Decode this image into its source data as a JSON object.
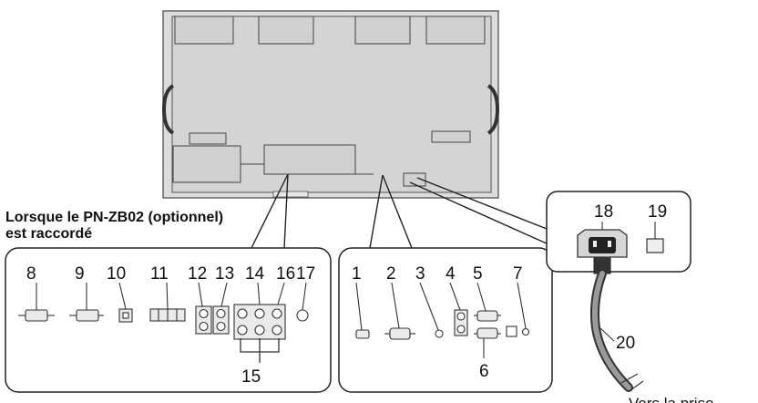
{
  "caption": {
    "line1": "Lorsque le PN-ZB02 (optionnel)",
    "line2": "est raccordé"
  },
  "labels": {
    "n1": "1",
    "n2": "2",
    "n3": "3",
    "n4": "4",
    "n5": "5",
    "n6": "6",
    "n7": "7",
    "n8": "8",
    "n9": "9",
    "n10": "10",
    "n11": "11",
    "n12": "12",
    "n13": "13",
    "n14": "14",
    "n15": "15",
    "n16": "16",
    "n17": "17",
    "n18": "18",
    "n19": "19",
    "n20": "20"
  },
  "outlet_text": "Vers la prise"
}
